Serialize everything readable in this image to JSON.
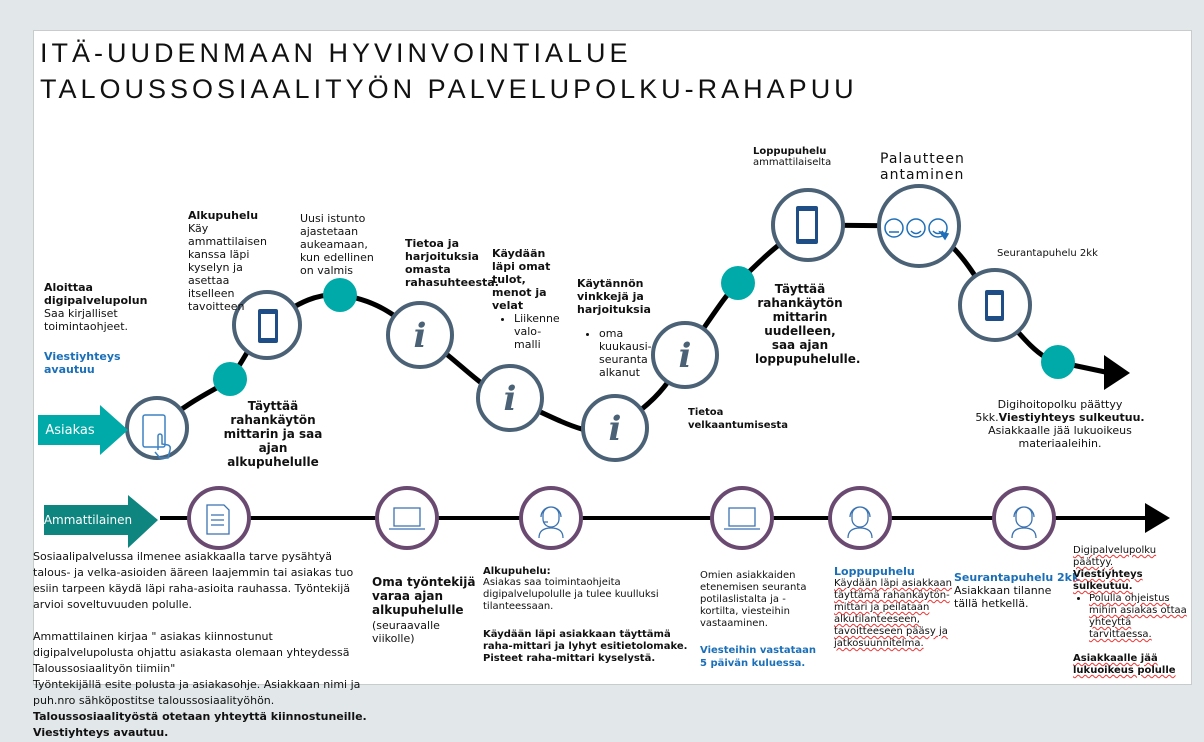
{
  "title": {
    "line1": "ITÄ-UUDENMAAN HYVINVOINTIALUE",
    "line2": "TALOUSSOSIAALITYÖN PALVELUPOLKU-RAHAPUU"
  },
  "colors": {
    "teal": "#00aaa8",
    "lane": "#0f8580",
    "circle": "#4a6176",
    "purple": "#6b4a72",
    "accent_blue": "#1a6fb8",
    "icon_blue": "#1f4e86"
  },
  "lanes": {
    "client": "Asiakas",
    "professional": "Ammattilainen"
  },
  "client": {
    "start_title": "Aloittaa digipalvelupolun",
    "start_text": "Saa kirjalliset toimintaohjeet.",
    "start_note": "Viestiyhteys avautuu",
    "call_title": "Alkupuhelu",
    "call_text": "Käy ammattilaisen kanssa läpi kyselyn ja asettaa itselleen tavoitteen",
    "fill_meter": "Täyttää rahankäytön mittarin ja saa ajan alkupuhelulle",
    "new_session": "Uusi istunto ajastetaan aukeamaan, kun edellinen on valmis",
    "info1": "Tietoa ja harjoituksia omasta rahasuhteesta.",
    "info2_title": "Käydään läpi omat tulot, menot ja velat",
    "info2_bullet": "Liikenne valo-malli",
    "info3_title": "Käytännön vinkkejä ja harjoituksia",
    "info3_bullet": "oma kuukausi-seuranta alkanut",
    "info4": "Tietoa velkaantumisesta",
    "refill": "Täyttää rahankäytön mittarin uudelleen, saa ajan loppupuhelulle.",
    "final_call_title": "Loppupuhelu",
    "final_call_text": "ammattilaiselta",
    "feedback": "Palautteen antaminen",
    "followup": "Seurantapuhelu 2kk",
    "end_text1": "Digihoitopolku päättyy 5kk.",
    "end_bold": "Viestiyhteys sulkeutuu.",
    "end_text2": "Asiakkaalle jää lukuoikeus materiaaleihin."
  },
  "professional": {
    "intro_p1": "Sosiaalipalvelussa ilmenee asiakkaalla tarve pysähtyä talous- ja velka-asioiden ääreen laajemmin tai asiakas tuo esiin tarpeen käydä läpi raha-asioita rauhassa. Työntekijä arvioi soveltuvuuden polulle.",
    "intro_p2": "Ammattilainen kirjaa \" asiakas kiinnostunut digipalvelupolusta ohjattu asiakasta olemaan yhteydessä Taloussosiaalityön tiimiin\"",
    "intro_p3": "Työntekijällä esite polusta ja asiakasohje. Asiakkaan nimi ja puh.nro sähköpostitse taloussosiaalityöhön.",
    "intro_bold": "Taloussosiaalityöstä otetaan  yhteyttä kiinnostuneille. Viestiyhteys avautuu.",
    "book_title": "Oma työntekijä varaa ajan alkupuhelulle",
    "book_text": "(seuraavalle viikolle)",
    "call_title": "Alkupuhelu:",
    "call_text": "Asiakas saa toimintaohjeita digipalvelupolulle ja tulee kuulluksi tilanteessaan.",
    "call_bold": "Käydään läpi asiakkaan täyttämä raha-mittari ja lyhyt esitietolomake. Pisteet raha-mittari kyselystä.",
    "monitor_text": "Omien asiakkaiden etenemisen  seuranta potilaslistalta ja -kortilta, viesteihin vastaaminen.",
    "monitor_note": "Viesteihin vastataan 5 päivän kuluessa.",
    "final_title": "Loppupuhelu",
    "final_text": "Käydään läpi asiakkaan täyttämä rahankäytön-mittari ja peilataan alkutilanteeseen, tavoitteeseen pääsy ja jatkosuunnitelma.",
    "followup_title": "Seurantapuhelu 2kk",
    "followup_text": "Asiakkaan tilanne tällä hetkellä.",
    "end_text": "Digipalvelupolku päättyy.",
    "end_bold": "Viestiyhteys sulkeutuu.",
    "end_bullet": "Polulla ohjeistus mihin asiakas ottaa yhteyttä tarvittaessa.",
    "end_final": "Asiakkaalle jää lukuoikeus polulle"
  }
}
